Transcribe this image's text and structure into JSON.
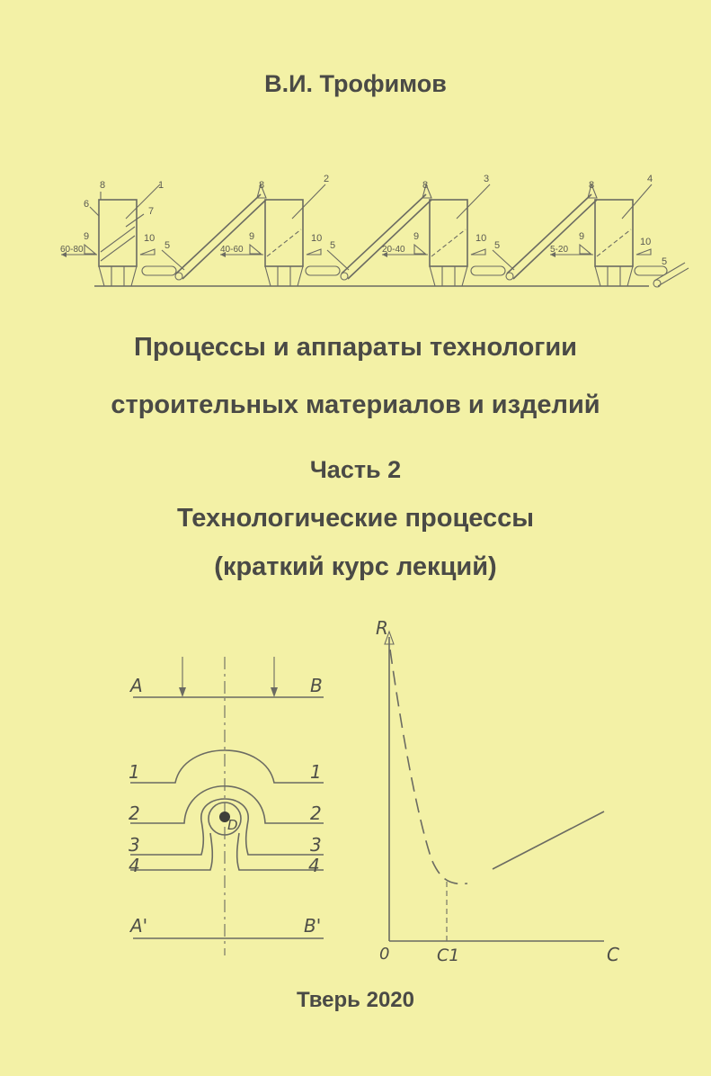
{
  "author": "В.И. Трофимов",
  "title_line1": "Процессы и аппараты технологии",
  "title_line2": "строительных материалов и изделий",
  "part": "Часть 2",
  "subtitle_line1": "Технологические процессы",
  "subtitle_line2": "(краткий курс лекций)",
  "city_year": "Тверь 2020",
  "scheme_labels": {
    "n1": "1",
    "n2": "2",
    "n3": "3",
    "n4": "4",
    "n5": "5",
    "n6": "6",
    "n7": "7",
    "n8": "8",
    "n9": "9",
    "n10": "10",
    "f1": "60-80",
    "f2": "40-60",
    "f3": "20-40",
    "f4": "5-20"
  },
  "flow_labels": {
    "a": "A",
    "b": "B",
    "a2": "A'",
    "b2": "B'",
    "l1": "1",
    "l2": "2",
    "l3": "3",
    "l4": "4",
    "d": "D"
  },
  "curve_labels": {
    "r": "R",
    "o": "0",
    "c": "C",
    "c1": "C1"
  },
  "colors": {
    "background": "#f3f1a6",
    "text": "#4a4a46",
    "lines": "#6b6b62"
  }
}
